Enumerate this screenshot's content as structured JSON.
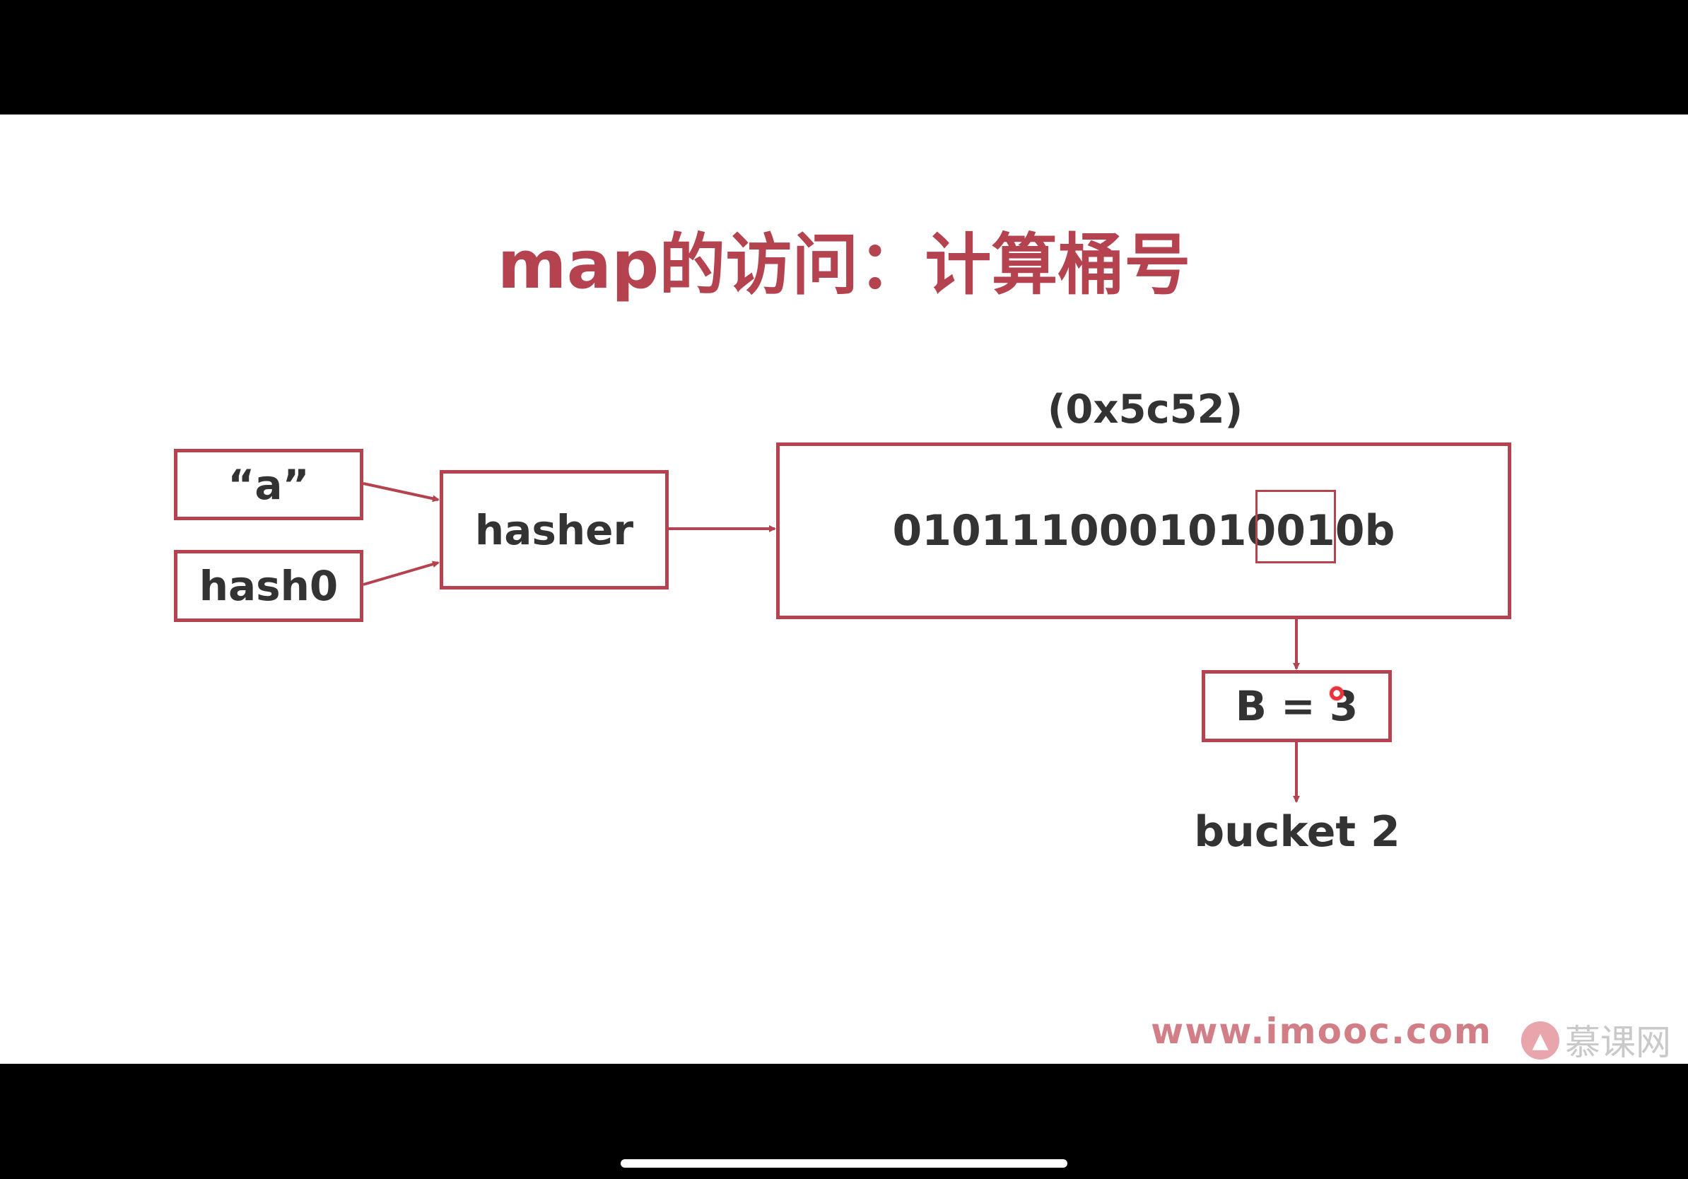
{
  "title": {
    "prefix": "map",
    "rest": "的访问：计算桶号"
  },
  "hex_label": "(0x5c52)",
  "input_a": "“a”",
  "input_hash0": "hash0",
  "hasher": "hasher",
  "hash_bits": "0101110001010010b",
  "b_box": "B = 3",
  "bucket": "bucket 2",
  "watermark": "www.imooc.com",
  "logo_text": "慕课网",
  "accent_color": "#b5434f"
}
